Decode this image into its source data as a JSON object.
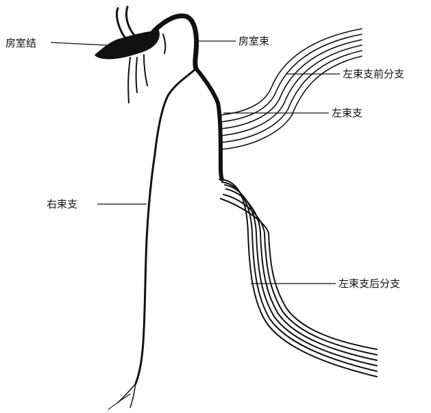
{
  "labels": {
    "av_node": "房室结",
    "his_bundle": "房室束",
    "left_anterior_fascicle": "左束支前分支",
    "left_bundle_branch": "左束支",
    "right_bundle_branch": "右束支",
    "left_posterior_fascicle": "左束支后分支"
  },
  "colors": {
    "ink": "#111111",
    "paper": "#ffffff"
  }
}
